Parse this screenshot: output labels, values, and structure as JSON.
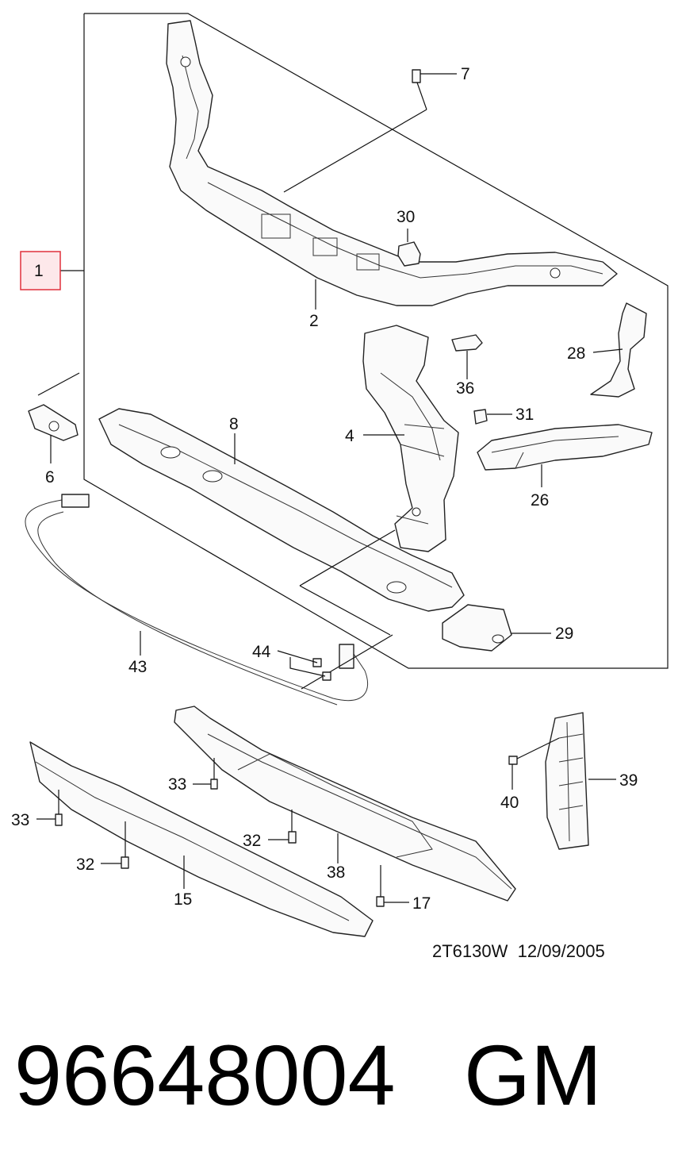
{
  "callouts": {
    "c1": "1",
    "c2": "2",
    "c4": "4",
    "c6": "6",
    "c7": "7",
    "c8": "8",
    "c15": "15",
    "c17": "17",
    "c26": "26",
    "c28": "28",
    "c29": "29",
    "c30": "30",
    "c31": "31",
    "c32a": "32",
    "c32b": "32",
    "c33a": "33",
    "c33b": "33",
    "c36": "36",
    "c38": "38",
    "c39": "39",
    "c40": "40",
    "c43": "43",
    "c44": "44"
  },
  "drawing_code": "2T6130W  12/09/2005",
  "part_number": "96648004",
  "brand": "GM",
  "highlight_color": "#e0303c"
}
